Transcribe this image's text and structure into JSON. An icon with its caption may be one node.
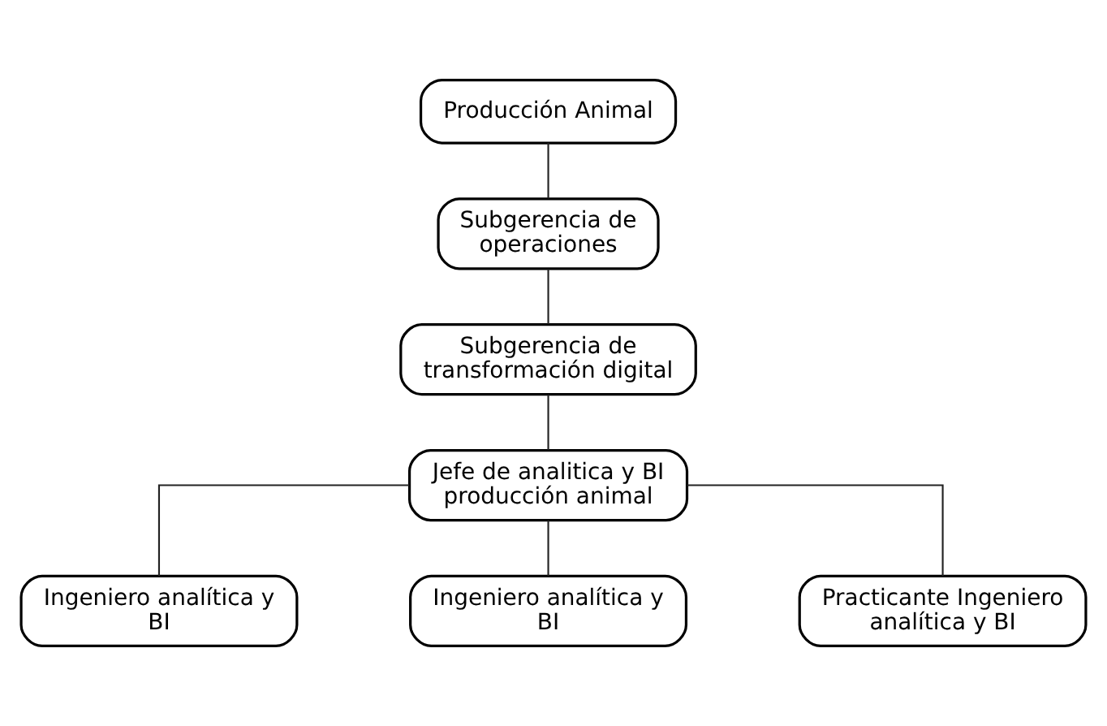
{
  "diagram": {
    "nodes": [
      {
        "text": [
          "Producción Animal"
        ]
      },
      {
        "text": [
          "Subgerencia de operaciones"
        ]
      },
      {
        "text": [
          "Subgerencia de transformación digital"
        ]
      },
      {
        "text": [
          "Jefe de analitica y BI producción animal"
        ]
      },
      {
        "text": [
          "Ingeniero analítica y BI"
        ]
      },
      {
        "text": [
          "Ingeniero analítica y BI"
        ]
      },
      {
        "text": [
          "Practicante Ingeniero analítica y BI"
        ]
      }
    ],
    "edges": [
      {
        "from": 0,
        "to": 1,
        "arrow": "none"
      },
      {
        "from": 1,
        "to": 2,
        "arrow": "none"
      },
      {
        "from": 2,
        "to": 3,
        "arrow": "none"
      },
      {
        "from": 3,
        "to": 4,
        "arrow": "none"
      },
      {
        "from": 3,
        "to": 5,
        "arrow": "none"
      },
      {
        "from": 3,
        "to": 6,
        "arrow": "none"
      }
    ]
  }
}
